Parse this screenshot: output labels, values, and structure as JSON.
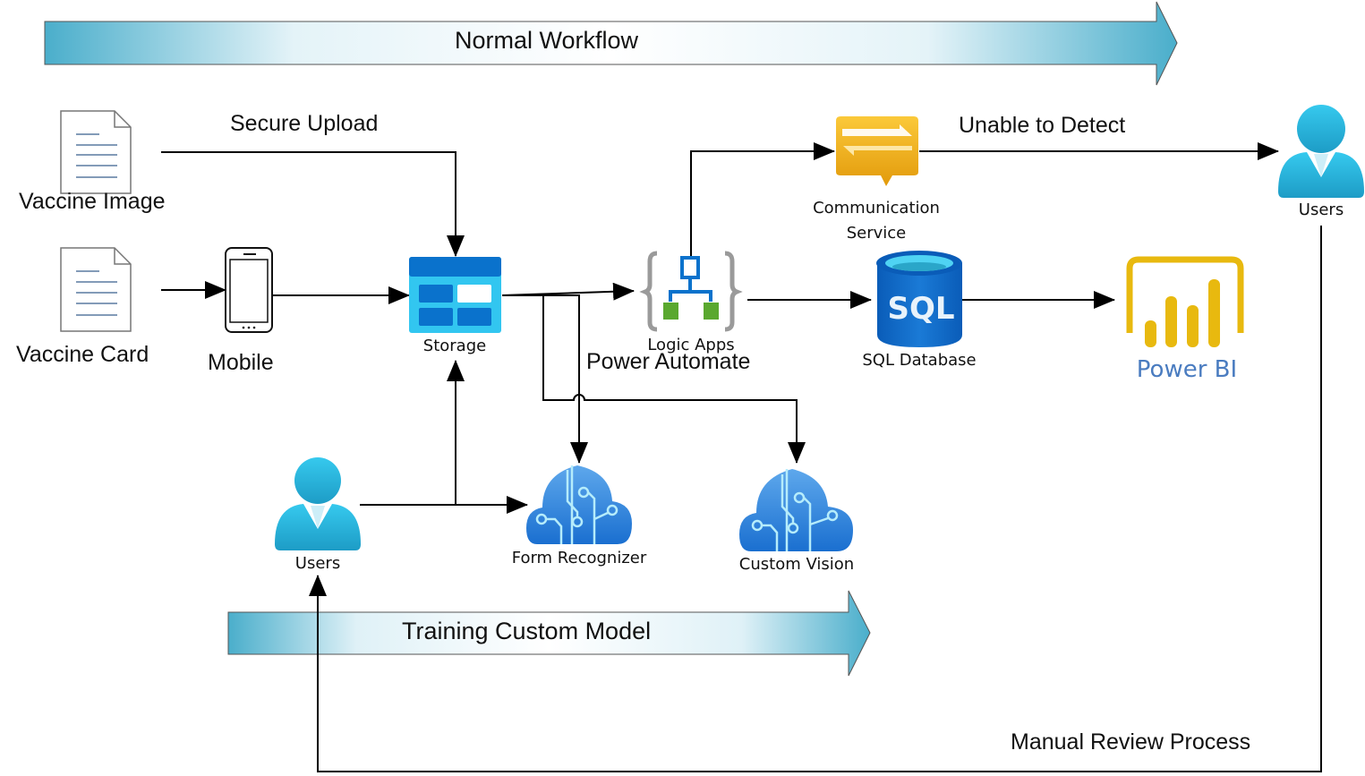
{
  "banners": {
    "normal_workflow": "Normal Workflow",
    "training_custom_model": "Training Custom Model"
  },
  "edge_labels": {
    "secure_upload": "Secure Upload",
    "unable_to_detect": "Unable to Detect",
    "manual_review_process": "Manual Review Process"
  },
  "nodes": {
    "vaccine_image": {
      "label": "Vaccine Image",
      "icon": "document-icon"
    },
    "vaccine_card": {
      "label": "Vaccine Card",
      "icon": "document-icon"
    },
    "mobile": {
      "label": "Mobile",
      "icon": "mobile-phone-icon"
    },
    "storage": {
      "label": "Storage",
      "icon": "storage-icon"
    },
    "logic_apps": {
      "label": "Logic Apps",
      "sublabel": "Power Automate",
      "icon": "logic-apps-icon"
    },
    "communication_service": {
      "label_line1": "Communication",
      "label_line2": "Service",
      "icon": "communication-service-icon"
    },
    "sql_database": {
      "label": "SQL Database",
      "icon_text": "SQL",
      "icon": "sql-database-icon"
    },
    "power_bi": {
      "label": "Power BI",
      "icon": "power-bi-icon"
    },
    "users_top": {
      "label": "Users",
      "icon": "user-icon"
    },
    "users_bottom": {
      "label": "Users",
      "icon": "user-icon"
    },
    "form_recognizer": {
      "label": "Form Recognizer",
      "icon": "cognitive-cloud-icon"
    },
    "custom_vision": {
      "label": "Custom Vision",
      "icon": "cognitive-cloud-icon"
    }
  },
  "colors": {
    "banner_teal": "#4aaecb",
    "azure_blue": "#0078d4",
    "azure_light": "#32c6f0",
    "user_teal": "#2bb4d6",
    "comm_orange": "#f2b41c",
    "powerbi_yellow": "#e8b90f",
    "powerbi_text": "#4a7cc0",
    "logic_green": "#5aa82f",
    "brace_gray": "#9a9a9a"
  }
}
